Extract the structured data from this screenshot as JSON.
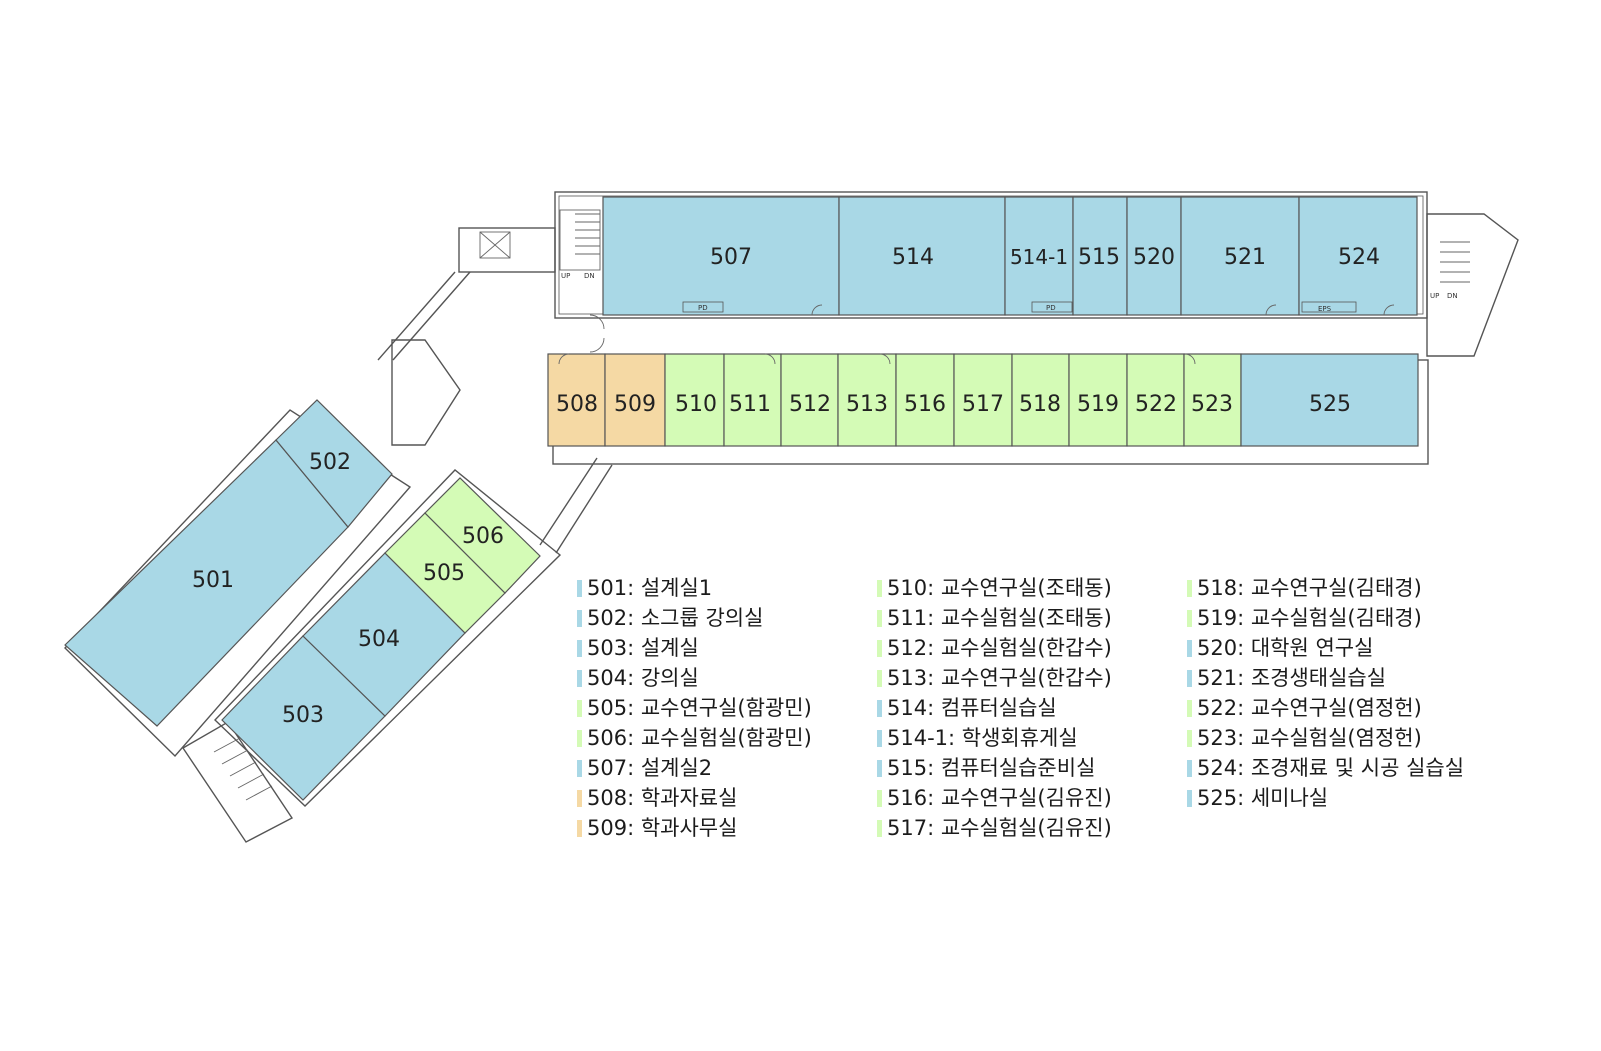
{
  "colors": {
    "blue": "#a9d8e6",
    "green": "#d4fbb6",
    "orange": "#f5d9a4",
    "wall": "#555555"
  },
  "rooms": {
    "r501": {
      "label": "501",
      "category": "blue"
    },
    "r502": {
      "label": "502",
      "category": "blue"
    },
    "r503": {
      "label": "503",
      "category": "blue"
    },
    "r504": {
      "label": "504",
      "category": "blue"
    },
    "r505": {
      "label": "505",
      "category": "green"
    },
    "r506": {
      "label": "506",
      "category": "green"
    },
    "r507": {
      "label": "507",
      "category": "blue"
    },
    "r508": {
      "label": "508",
      "category": "orange"
    },
    "r509": {
      "label": "509",
      "category": "orange"
    },
    "r510": {
      "label": "510",
      "category": "green"
    },
    "r511": {
      "label": "511",
      "category": "green"
    },
    "r512": {
      "label": "512",
      "category": "green"
    },
    "r513": {
      "label": "513",
      "category": "green"
    },
    "r514": {
      "label": "514",
      "category": "blue"
    },
    "r514_1": {
      "label": "514-1",
      "category": "blue"
    },
    "r515": {
      "label": "515",
      "category": "blue"
    },
    "r516": {
      "label": "516",
      "category": "green"
    },
    "r517": {
      "label": "517",
      "category": "green"
    },
    "r518": {
      "label": "518",
      "category": "green"
    },
    "r519": {
      "label": "519",
      "category": "green"
    },
    "r520": {
      "label": "520",
      "category": "blue"
    },
    "r521": {
      "label": "521",
      "category": "blue"
    },
    "r522": {
      "label": "522",
      "category": "green"
    },
    "r523": {
      "label": "523",
      "category": "green"
    },
    "r524": {
      "label": "524",
      "category": "blue"
    },
    "r525": {
      "label": "525",
      "category": "blue"
    }
  },
  "fixtures": {
    "pd": "PD",
    "eps": "EPS",
    "up": "UP",
    "dn": "DN"
  },
  "legend": {
    "col1": [
      {
        "text": "501: 설계실1",
        "category": "blue"
      },
      {
        "text": "502: 소그룹 강의실",
        "category": "blue"
      },
      {
        "text": "503: 설계실",
        "category": "blue"
      },
      {
        "text": "504: 강의실",
        "category": "blue"
      },
      {
        "text": "505: 교수연구실(함광민)",
        "category": "green"
      },
      {
        "text": "506: 교수실험실(함광민)",
        "category": "green"
      },
      {
        "text": "507: 설계실2",
        "category": "blue"
      },
      {
        "text": "508: 학과자료실",
        "category": "orange"
      },
      {
        "text": "509: 학과사무실",
        "category": "orange"
      }
    ],
    "col2": [
      {
        "text": "510: 교수연구실(조태동)",
        "category": "green"
      },
      {
        "text": "511: 교수실험실(조태동)",
        "category": "green"
      },
      {
        "text": "512: 교수실험실(한갑수)",
        "category": "green"
      },
      {
        "text": "513: 교수연구실(한갑수)",
        "category": "green"
      },
      {
        "text": "514: 컴퓨터실습실",
        "category": "blue"
      },
      {
        "text": "514-1: 학생회휴게실",
        "category": "blue"
      },
      {
        "text": "515: 컴퓨터실습준비실",
        "category": "blue"
      },
      {
        "text": "516: 교수연구실(김유진)",
        "category": "green"
      },
      {
        "text": "517: 교수실험실(김유진)",
        "category": "green"
      }
    ],
    "col3": [
      {
        "text": "518: 교수연구실(김태경)",
        "category": "green"
      },
      {
        "text": "519: 교수실험실(김태경)",
        "category": "green"
      },
      {
        "text": "520: 대학원 연구실",
        "category": "blue"
      },
      {
        "text": "521: 조경생태실습실",
        "category": "blue"
      },
      {
        "text": "522: 교수연구실(염정헌)",
        "category": "green"
      },
      {
        "text": "523: 교수실험실(염정헌)",
        "category": "green"
      },
      {
        "text": "524: 조경재료 및 시공 실습실",
        "category": "blue"
      },
      {
        "text": "525: 세미나실",
        "category": "blue"
      }
    ]
  }
}
